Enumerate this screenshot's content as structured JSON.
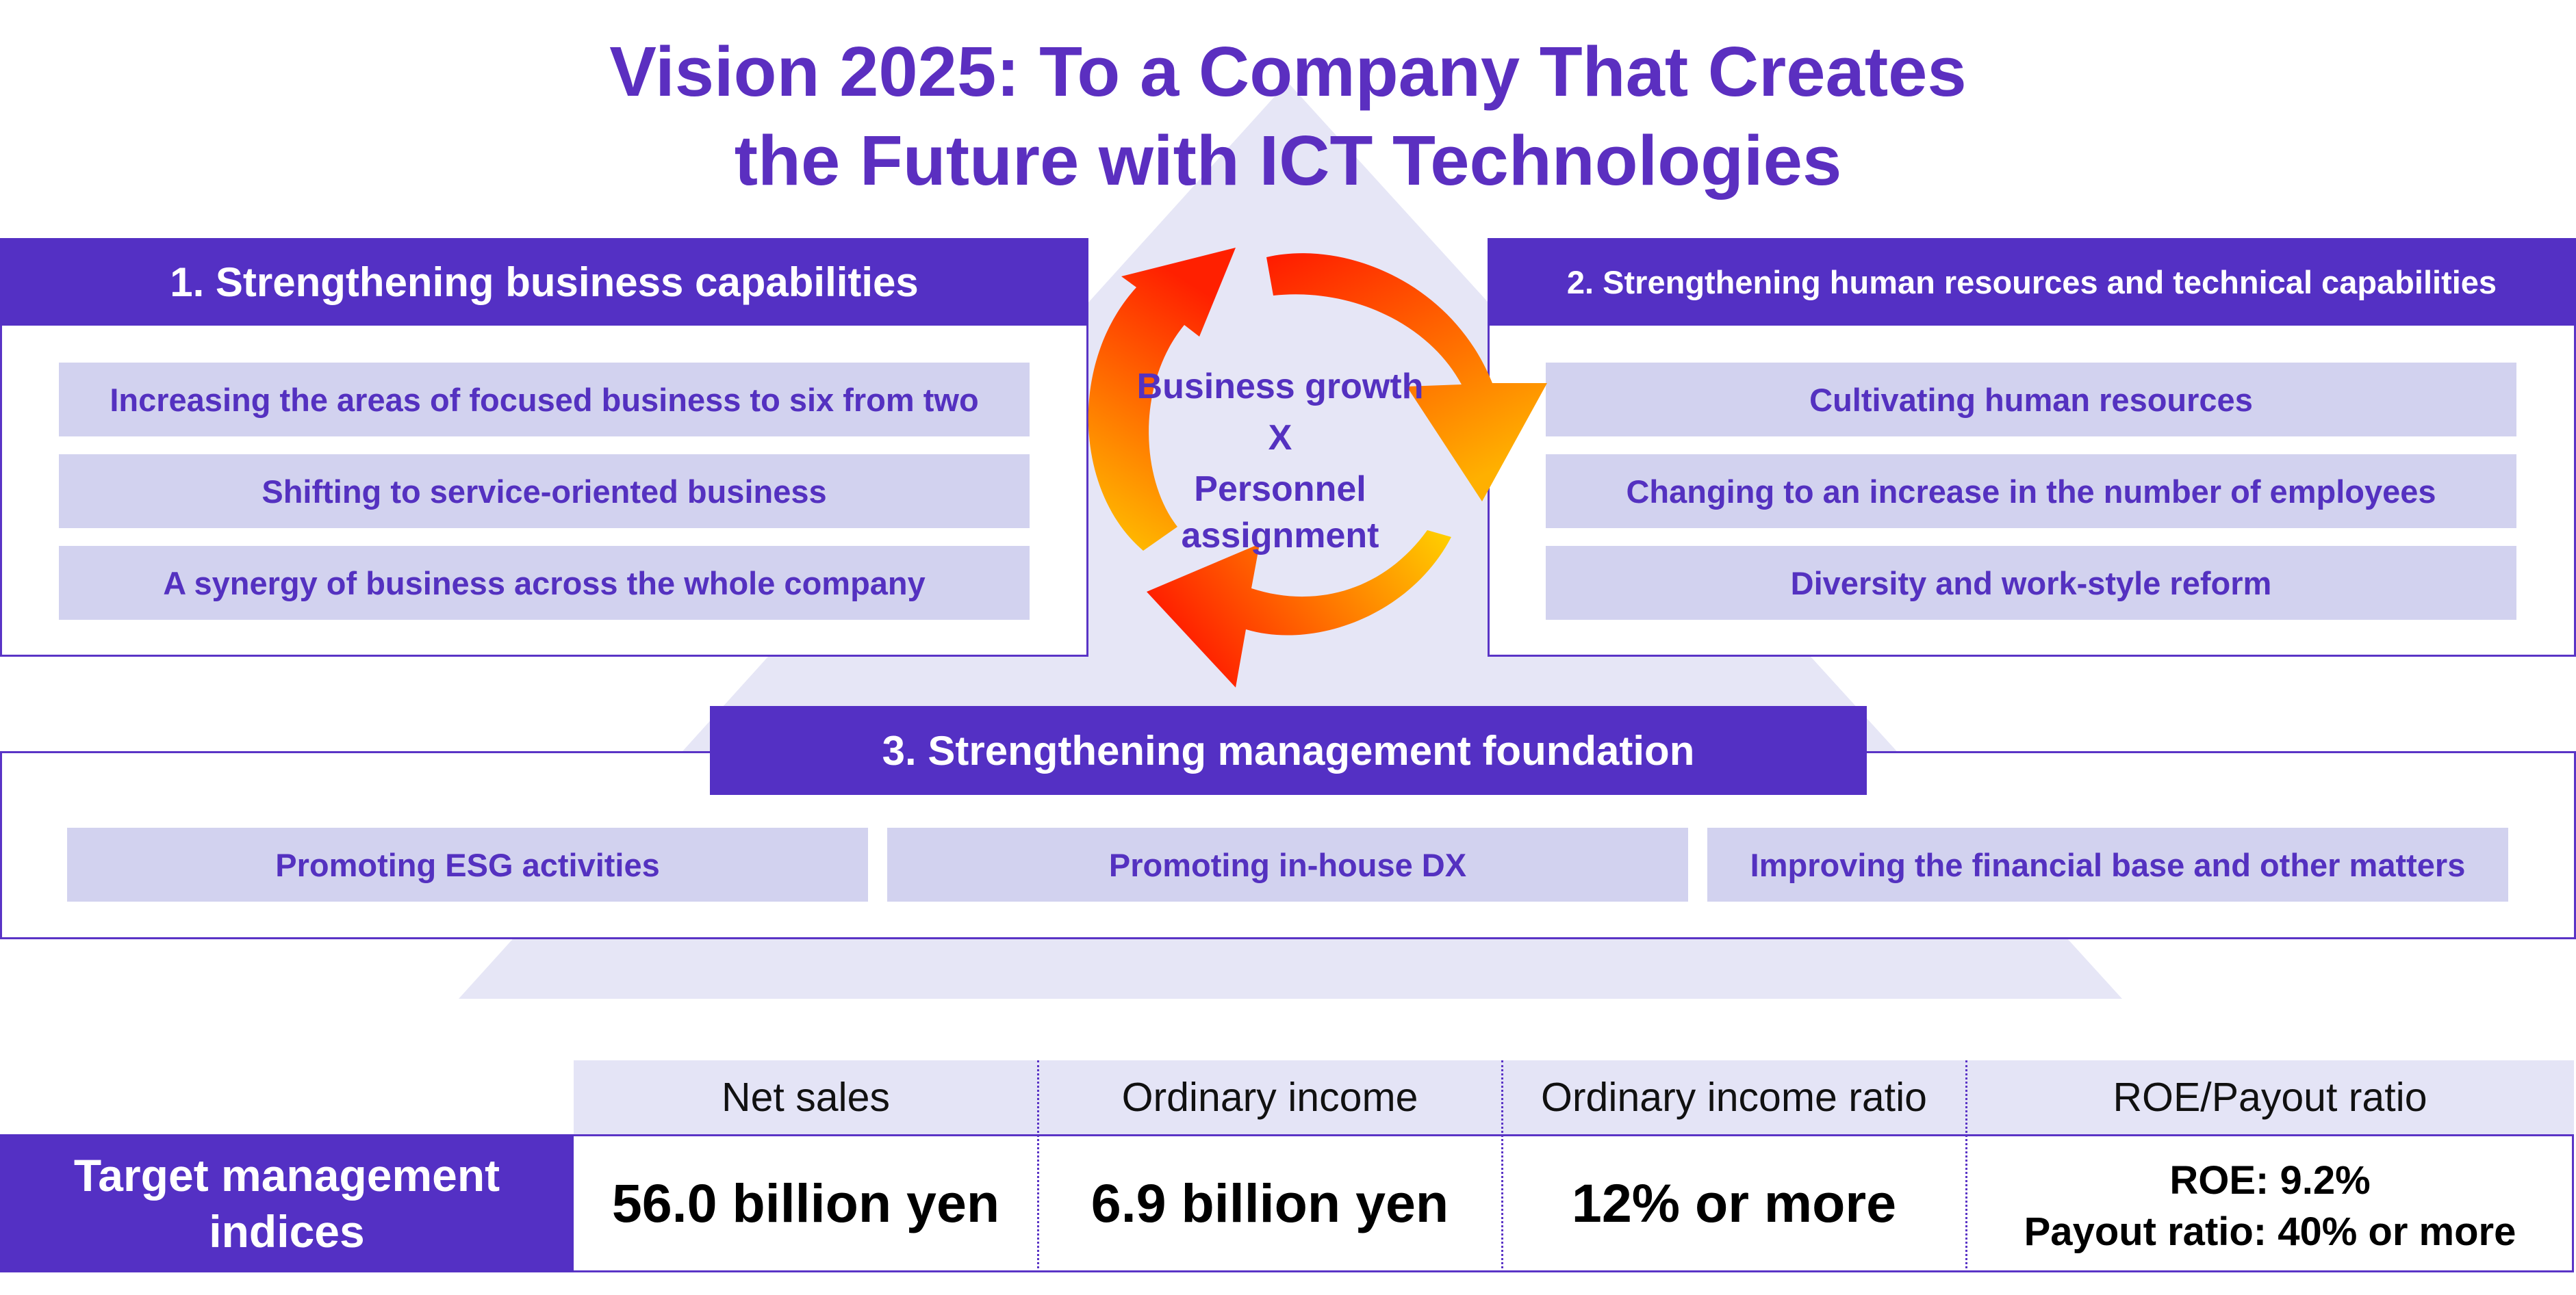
{
  "title": {
    "line1": "Vision 2025: To a Company That Creates",
    "line2": "the Future with ICT Technologies"
  },
  "pillar1": {
    "header": "1. Strengthening business capabilities",
    "items": [
      "Increasing the areas of focused business to six from two",
      "Shifting to service-oriented business",
      "A synergy of business across the whole company"
    ]
  },
  "pillar2": {
    "header": "2. Strengthening human resources and technical capabilities",
    "items": [
      "Cultivating human resources",
      "Changing to an increase in the number of employees",
      "Diversity and work-style reform"
    ]
  },
  "pillar3": {
    "header": "3. Strengthening management foundation",
    "items": [
      "Promoting ESG activities",
      "Promoting in-house DX",
      "Improving the financial base and other matters"
    ]
  },
  "cycle": {
    "line1": "Business growth",
    "line2": "X",
    "line3": "Personnel",
    "line4": "assignment"
  },
  "targets": {
    "row_label": "Target management indices",
    "columns": [
      {
        "header": "Net sales",
        "value": "56.0 billion yen"
      },
      {
        "header": "Ordinary income",
        "value": "6.9 billion yen"
      },
      {
        "header": "Ordinary income ratio",
        "value": "12% or more"
      },
      {
        "header": "ROE/Payout ratio",
        "value_line1": "ROE: 9.2%",
        "value_line2": "Payout ratio: 40% or more"
      }
    ]
  },
  "colors": {
    "accent": "#5430c4",
    "item_fill": "#d2d2ef",
    "pyramid": "#e6e6f6",
    "arrow_gradient": [
      "#ff1f00",
      "#ffd000"
    ]
  }
}
